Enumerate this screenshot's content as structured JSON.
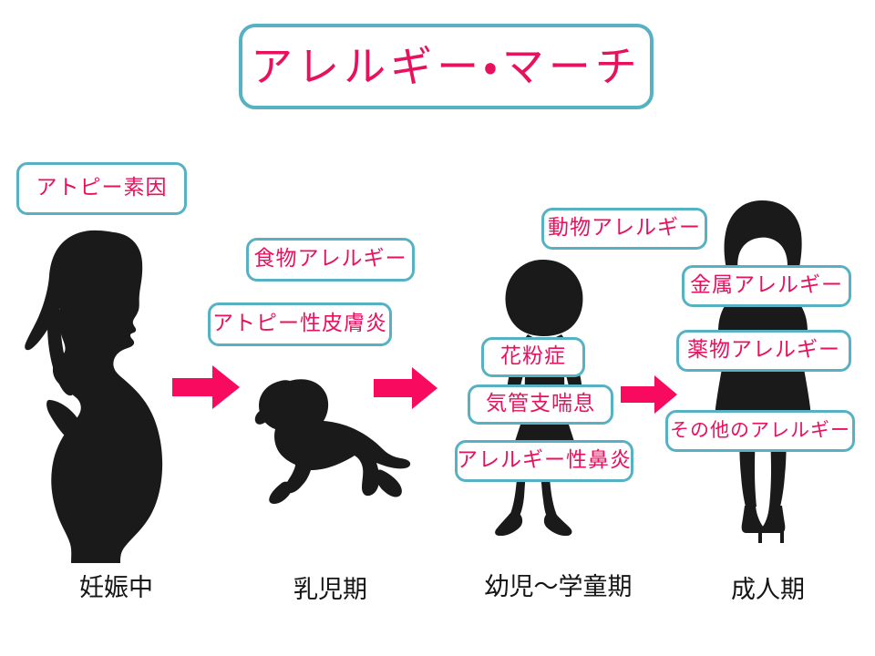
{
  "title": {
    "text": "アレルギー・マーチ"
  },
  "colors": {
    "accent_text": "#e8115e",
    "chip_border": "#56b2c2",
    "arrow": "#f80a5f",
    "silhouette": "#1a1a1a",
    "background": "#ffffff",
    "caption_text": "#151515"
  },
  "stages": [
    {
      "id": "pregnancy",
      "caption": "妊娠中",
      "figure": "pregnant-woman-silhouette"
    },
    {
      "id": "infancy",
      "caption": "乳児期",
      "figure": "crawling-baby-silhouette"
    },
    {
      "id": "childhood",
      "caption": "幼児～学童期",
      "figure": "child-silhouette"
    },
    {
      "id": "adulthood",
      "caption": "成人期",
      "figure": "adult-woman-silhouette"
    }
  ],
  "labels": [
    {
      "id": "atopic-predisposition",
      "text": "アトピー素因",
      "stage": "pregnancy"
    },
    {
      "id": "food-allergy",
      "text": "食物アレルギー",
      "stage": "infancy"
    },
    {
      "id": "atopic-dermatitis",
      "text": "アトピー性皮膚炎",
      "stage": "infancy"
    },
    {
      "id": "animal-allergy",
      "text": "動物アレルギー",
      "stage": "childhood"
    },
    {
      "id": "hay-fever",
      "text": "花粉症",
      "stage": "childhood"
    },
    {
      "id": "bronchial-asthma",
      "text": "気管支喘息",
      "stage": "childhood"
    },
    {
      "id": "allergic-rhinitis",
      "text": "アレルギー性鼻炎",
      "stage": "childhood"
    },
    {
      "id": "metal-allergy",
      "text": "金属アレルギー",
      "stage": "adulthood"
    },
    {
      "id": "drug-allergy",
      "text": "薬物アレルギー",
      "stage": "adulthood"
    },
    {
      "id": "other-allergy",
      "text": "その他のアレルギー",
      "stage": "adulthood"
    }
  ],
  "arrows": [
    {
      "id": "arrow-pregnancy-to-infancy",
      "direction": "right"
    },
    {
      "id": "arrow-infancy-to-childhood",
      "direction": "right"
    },
    {
      "id": "arrow-childhood-to-adulthood",
      "direction": "right"
    }
  ]
}
